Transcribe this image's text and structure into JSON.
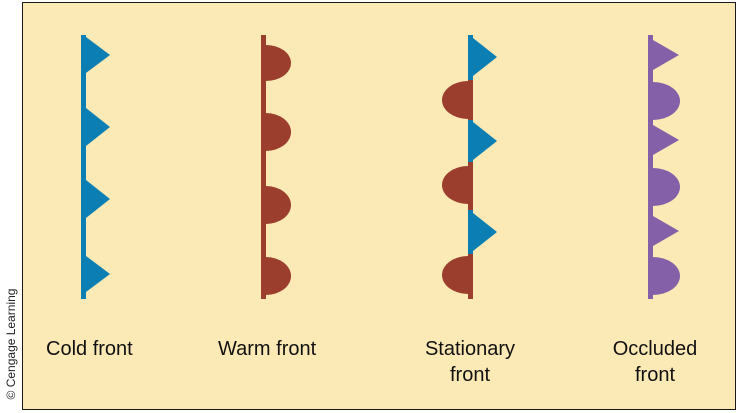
{
  "credit": "© Cengage Learning",
  "colors": {
    "background": "#fbe9b6",
    "cold": "#0b7fb3",
    "warm": "#9b3e2d",
    "occluded": "#8460a8"
  },
  "fronts": [
    {
      "id": "cold",
      "label_lines": [
        "Cold front"
      ]
    },
    {
      "id": "warm",
      "label_lines": [
        "Warm front"
      ]
    },
    {
      "id": "stationary",
      "label_lines": [
        "Stationary",
        "front"
      ]
    },
    {
      "id": "occluded",
      "label_lines": [
        "Occluded",
        "front"
      ]
    }
  ]
}
